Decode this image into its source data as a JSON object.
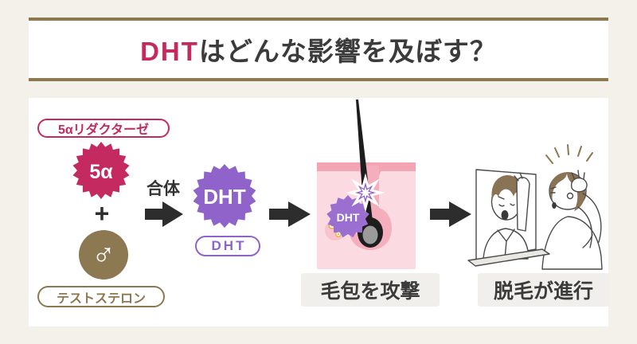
{
  "title": {
    "highlight": "DHT",
    "rest": "はどんな影響を及ぼす？"
  },
  "flow": {
    "enzyme_label": "5αリダクターゼ",
    "enzyme_badge": "5α",
    "plus_sign": "+",
    "male_symbol": "♂",
    "testosterone_label": "テストステロン",
    "combine_label": "合体",
    "dht_badge": "DHT",
    "dht_pill": "DHT",
    "attack_badge": "DHT",
    "caption_attack": "毛包を攻撃",
    "caption_progress": "脱毛が進行"
  },
  "colors": {
    "background": "#F4F1EA",
    "panel": "#FFFFFF",
    "rule_brown": "#8C7851",
    "crimson": "#C4295F",
    "purple": "#8F63C9",
    "blob_purple": "#9B6FD0",
    "arrow_dark": "#2D2D2D",
    "text_dark": "#3B3B3B",
    "skin_light": "#FBDBE1",
    "skin_band": "#F3A5B4",
    "follicle_pink": "#F5AEBC",
    "caption_bg": "#F0EFEC",
    "hair_brown": "#8A7254"
  }
}
